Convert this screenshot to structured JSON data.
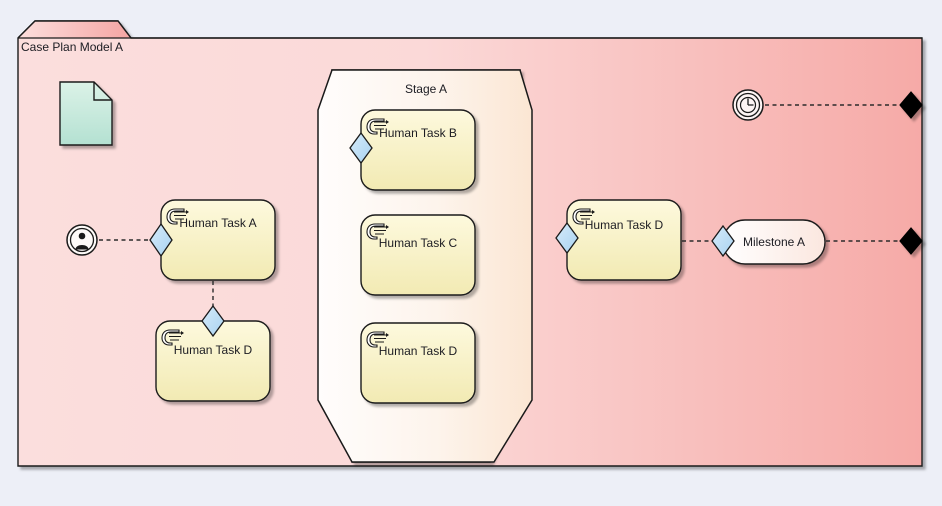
{
  "diagram": {
    "notation": "CMMN",
    "background_color": "#edeff7"
  },
  "case_plan_model": {
    "name": "Case Plan Model A",
    "fill_left": "#fbdedd",
    "fill_right": "#f6aaa7",
    "stroke": "#1a1a1a"
  },
  "case_file_item": {
    "name": "case-file-item",
    "fill_top": "#d6efe3",
    "fill_bottom": "#b9e3d4"
  },
  "role": {
    "name": "Case Role",
    "icon": "user-role-icon"
  },
  "timer_event": {
    "name": "Timer Event Listener",
    "icon": "timer-clock-icon"
  },
  "stage": {
    "label": "Stage A",
    "fill_left": "#fefbfa",
    "fill_right": "#fbe9d9"
  },
  "tasks": [
    {
      "id": "human-task-a",
      "label": "Human Task A",
      "icon": "human-task-hand-icon",
      "sentry": "entry-criterion-left"
    },
    {
      "id": "human-task-d-left",
      "label": "Human Task D",
      "icon": "human-task-hand-icon",
      "sentry": "entry-criterion-top"
    },
    {
      "id": "human-task-b",
      "label": "Human Task B",
      "icon": "human-task-hand-icon",
      "sentry": "entry-criterion-left"
    },
    {
      "id": "human-task-c",
      "label": "Human Task C",
      "icon": "human-task-hand-icon",
      "sentry": "none"
    },
    {
      "id": "human-task-d-stage",
      "label": "Human Task D",
      "icon": "human-task-hand-icon",
      "sentry": "none"
    },
    {
      "id": "human-task-d-right",
      "label": "Human Task D",
      "icon": "human-task-hand-icon",
      "sentry": "entry-criterion-left"
    }
  ],
  "milestone": {
    "label": "Milestone A",
    "fill_left": "#ffffff",
    "fill_right": "#fbe9e2",
    "sentry": "entry-criterion-left"
  },
  "exit_criteria": [
    {
      "id": "exit-criterion-top",
      "label": ""
    },
    {
      "id": "exit-criterion-bottom",
      "label": ""
    }
  ],
  "colors": {
    "task_fill_top": "#fbf6d5",
    "task_fill_bottom": "#f3ecb8",
    "sentry_entry_fill": "#bcddf5",
    "sentry_exit_fill": "#000000",
    "connector": "#2b2b2b"
  }
}
